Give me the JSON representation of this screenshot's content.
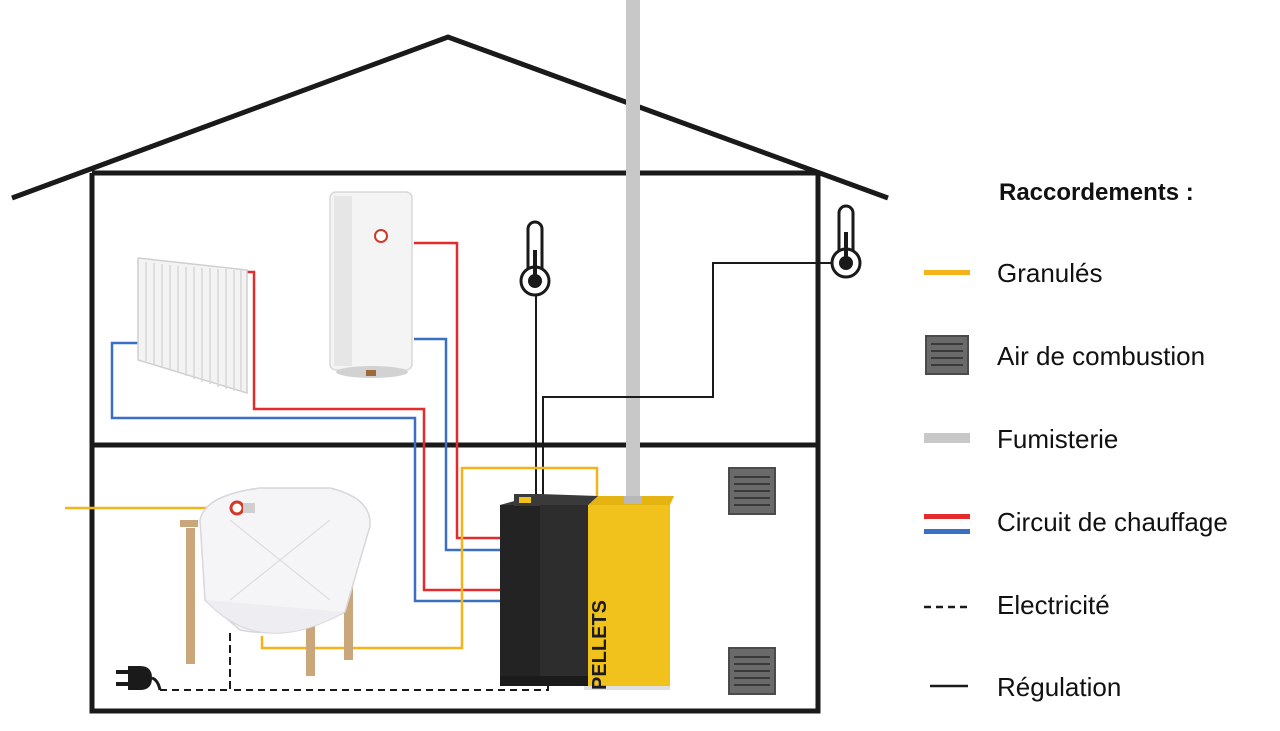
{
  "legend": {
    "title": "Raccordements :",
    "items": [
      {
        "key": "granules",
        "label": "Granulés"
      },
      {
        "key": "air",
        "label": "Air de combustion"
      },
      {
        "key": "fumisterie",
        "label": "Fumisterie"
      },
      {
        "key": "chauffage",
        "label": "Circuit de chauffage"
      },
      {
        "key": "electricite",
        "label": "Electricité"
      },
      {
        "key": "regulation",
        "label": "Régulation"
      }
    ]
  },
  "boiler": {
    "label": "PELLETS"
  },
  "colors": {
    "granules": "#f5b31a",
    "fumisterie": "#c8c8c8",
    "hot": "#e32b2b",
    "cold": "#3a6fc4",
    "house": "#1a1a1a",
    "boiler_yellow": "#f2c21c",
    "boiler_dark": "#2b2b2b",
    "grille": "#555555"
  },
  "icons": [
    "radiator-icon",
    "water-heater-icon",
    "thermometer-icon",
    "pellet-silo-icon",
    "pellet-boiler-icon",
    "air-vent-icon",
    "electric-plug-icon"
  ]
}
